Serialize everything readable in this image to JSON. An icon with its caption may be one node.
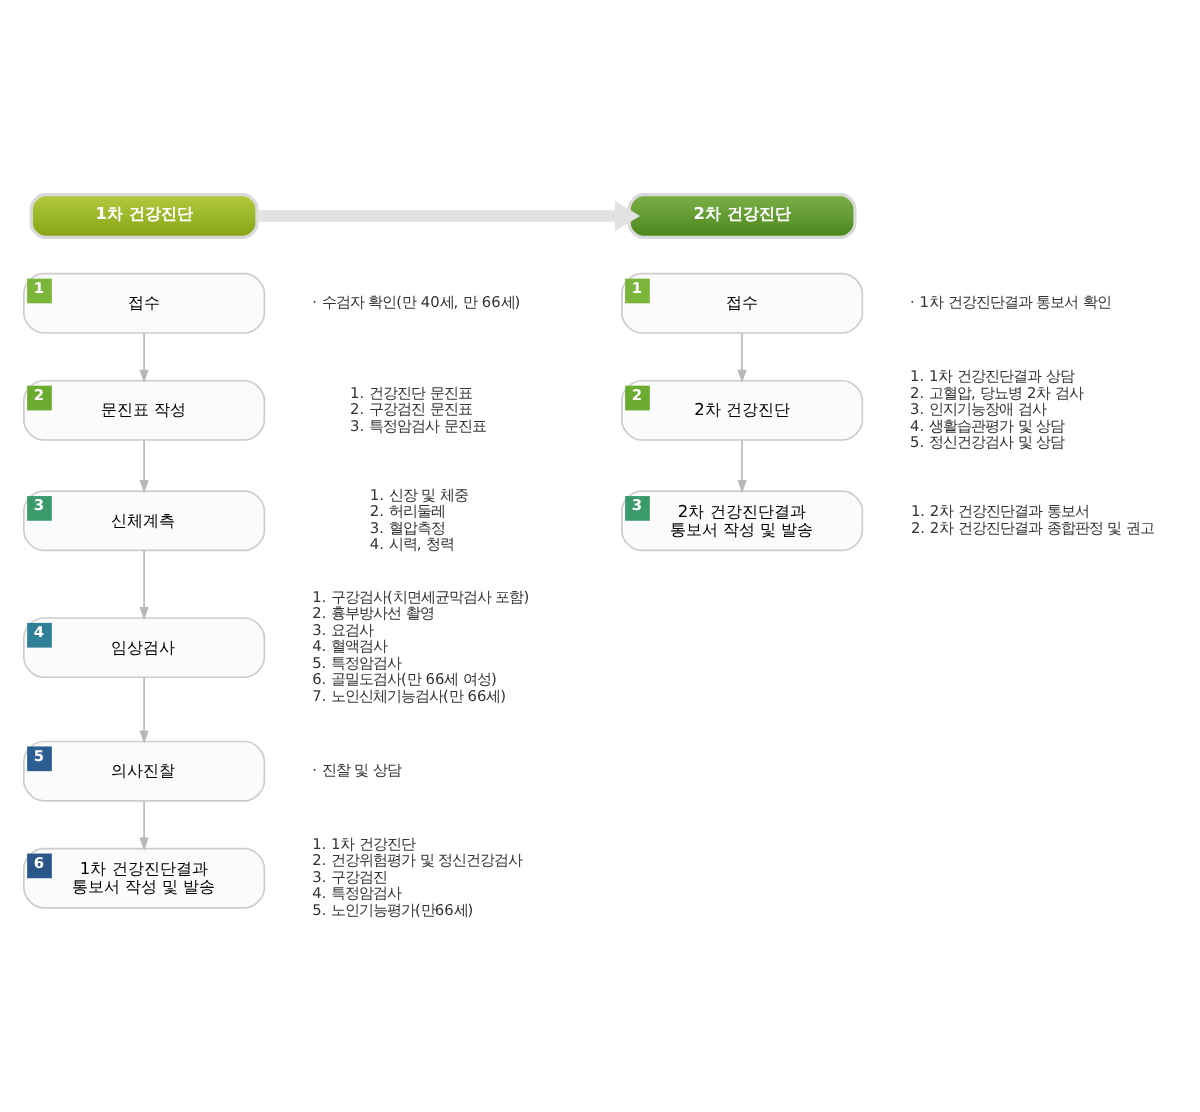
{
  "diagram": {
    "nodes": [
      {
        "text": [
          "1차 건강진단"
        ]
      },
      {
        "text": [
          "2차 건강진단"
        ]
      },
      {
        "text": [
          "1",
          "접수"
        ],
        "beside": [
          "· 수검자 확인(만 40세, 만 66세)"
        ]
      },
      {
        "text": [
          "2",
          "문진표 작성"
        ],
        "beside": [
          "1. 건강진단 문진표",
          "2. 구강검진 문진표",
          "3. 특정암검사 문진표"
        ]
      },
      {
        "text": [
          "3",
          "신체계측"
        ],
        "beside": [
          "1. 신장 및 체중",
          "2. 허리둘레",
          "3. 혈압측정",
          "4. 시력, 청력"
        ]
      },
      {
        "text": [
          "4",
          "임상검사"
        ],
        "beside": [
          "1. 구강검사(치면세균막검사 포함)",
          "2. 흉부방사선 촬영",
          "3. 요검사",
          "4. 혈액검사",
          "5. 특정암검사",
          "6. 골밀도검사(만 66세 여성)",
          "7. 노인신체기능검사(만 66세)"
        ]
      },
      {
        "text": [
          "5",
          "의사진찰"
        ],
        "beside": [
          "· 진찰 및 상담"
        ]
      },
      {
        "text": [
          "6",
          "1차 건강진단결과 통보서 작성 및 발송"
        ],
        "beside": [
          "1. 1차 건강진단",
          "2. 건강위험평가 및 정신건강검사",
          "3. 구강검진",
          "4. 특정암검사",
          "5. 노인기능평가(만66세)"
        ]
      },
      {
        "text": [
          "1",
          "접수"
        ],
        "beside": [
          "· 1차 건강진단결과 통보서 확인"
        ]
      },
      {
        "text": [
          "2",
          "2차 건강진단"
        ],
        "beside": [
          "1. 1차 건강진단결과 상담",
          "2. 고혈압, 당뇨병 2차 검사",
          "3. 인지기능장애 검사",
          "4. 생활습관평가 및 상담",
          "5. 정신건강검사 및 상담"
        ]
      },
      {
        "text": [
          "3",
          "2차 건강진단결과 통보서 작성 및 발송"
        ],
        "beside": [
          "1. 2차 건강진단결과 통보서",
          "2. 2차 건강진단결과 종합판정 및 권고"
        ]
      }
    ],
    "edges": [
      {
        "from": 0,
        "to": 1,
        "arrow": "to",
        "style": "thick",
        "color": "#e2e2e2"
      },
      {
        "from": 2,
        "to": 3,
        "arrow": "to"
      },
      {
        "from": 3,
        "to": 4,
        "arrow": "to"
      },
      {
        "from": 4,
        "to": 5,
        "arrow": "to"
      },
      {
        "from": 5,
        "to": 6,
        "arrow": "to"
      },
      {
        "from": 6,
        "to": 7,
        "arrow": "to"
      },
      {
        "from": 8,
        "to": 9,
        "arrow": "to"
      },
      {
        "from": 9,
        "to": 10,
        "arrow": "to"
      }
    ]
  }
}
